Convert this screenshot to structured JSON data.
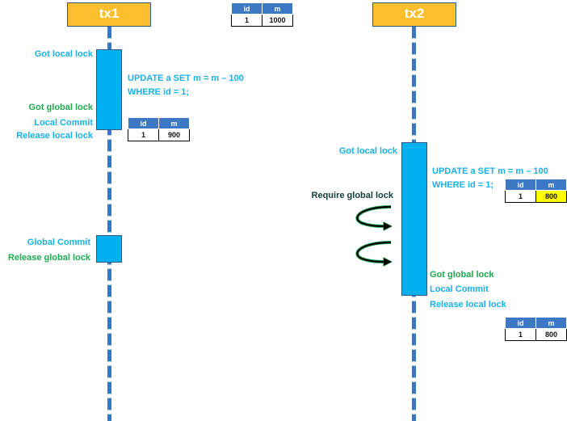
{
  "colors": {
    "header_fill": "#fbbe2e",
    "lifeline": "#3b78c4",
    "activation": "#00b0ef",
    "label_blue": "#1ab0e8",
    "label_green": "#1faa4f",
    "highlight": "#ffff00"
  },
  "initial_table": {
    "headers": [
      "id",
      "m"
    ],
    "rows": [
      [
        "1",
        "1000"
      ]
    ]
  },
  "tx1": {
    "title": "tx1",
    "labels": {
      "got_local_lock": "Got local lock",
      "got_global_lock": "Got global lock",
      "local_commit": "Local Commit",
      "release_local_lock": "Release local lock",
      "global_commit": "Global Commit",
      "release_global_lock": "Release global lock"
    },
    "sql": {
      "line1": "UPDATE a SET m = m – 100",
      "line2": "WHERE id = 1;"
    },
    "table": {
      "headers": [
        "id",
        "m"
      ],
      "rows": [
        [
          "1",
          "900"
        ]
      ]
    }
  },
  "tx2": {
    "title": "tx2",
    "labels": {
      "got_local_lock": "Got local lock",
      "require_global_lock": "Require global lock",
      "got_global_lock": "Got global lock",
      "local_commit": "Local Commit",
      "release_local_lock": "Release local lock"
    },
    "sql": {
      "line1": "UPDATE a SET m = m – 100",
      "line2": "WHERE id = 1;"
    },
    "table_pending": {
      "headers": [
        "id",
        "m"
      ],
      "rows": [
        [
          "1",
          "800"
        ]
      ],
      "highlighted": "m"
    },
    "table_final": {
      "headers": [
        "id",
        "m"
      ],
      "rows": [
        [
          "1",
          "800"
        ]
      ]
    }
  }
}
